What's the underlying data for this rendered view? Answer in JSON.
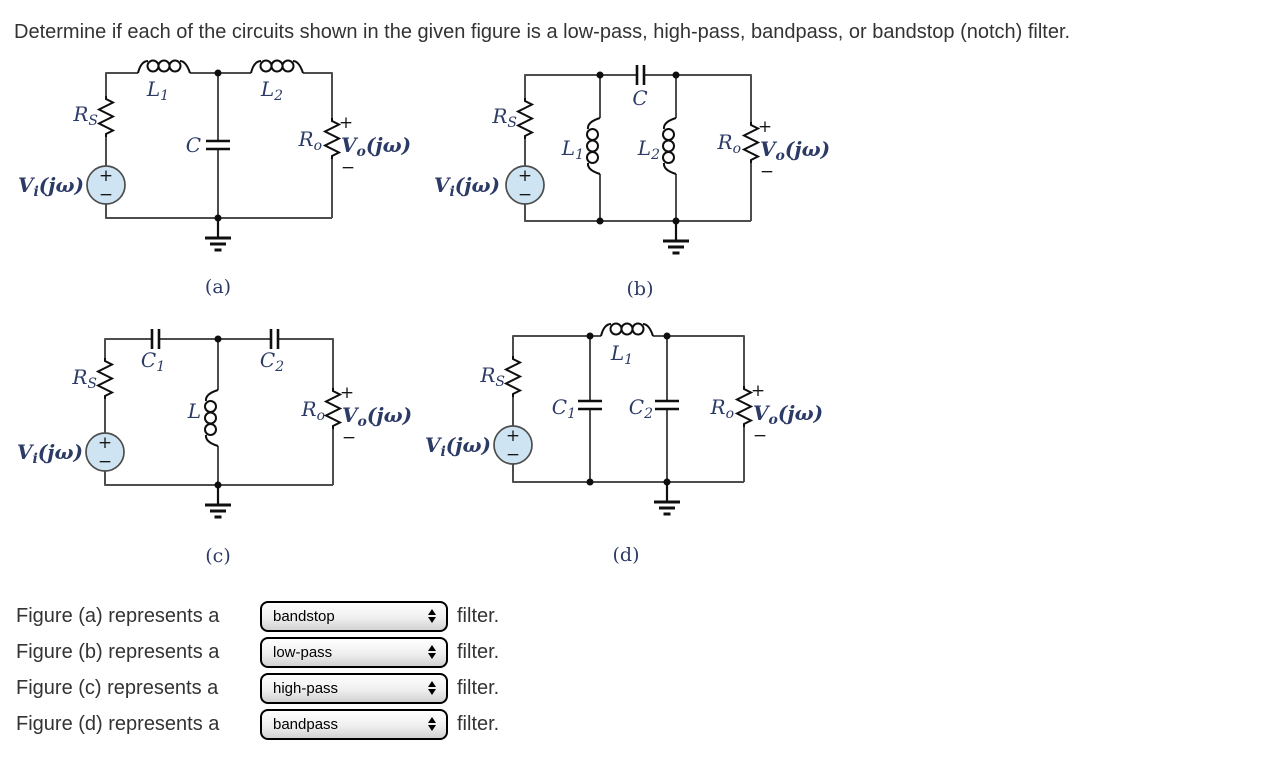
{
  "title": "Determine if each of the circuits shown in the given figure is a low-pass, high-pass, bandpass, or bandstop (notch) filter.",
  "symbols": {
    "plus": "+",
    "minus": "−"
  },
  "colors": {
    "label": "#2c3a66",
    "wire": "#4d4d4d",
    "component": "#0f0f0f",
    "source_fill": "#cfe4f2",
    "text": "#333333"
  },
  "circuits": {
    "a": {
      "caption": "(a)",
      "vi": {
        "base": "V",
        "sub": "i",
        "rest": "(jω)"
      },
      "rs": {
        "base": "R",
        "sub": "S"
      },
      "l1": {
        "base": "L",
        "sub": "1"
      },
      "l2": {
        "base": "L",
        "sub": "2"
      },
      "c": {
        "base": "C",
        "sub": ""
      },
      "ro": {
        "base": "R",
        "sub": "o"
      },
      "vo": {
        "base": "V",
        "sub": "o",
        "rest": "(jω)"
      }
    },
    "b": {
      "caption": "(b)",
      "vi": {
        "base": "V",
        "sub": "i",
        "rest": "(jω)"
      },
      "rs": {
        "base": "R",
        "sub": "S"
      },
      "c": {
        "base": "C",
        "sub": ""
      },
      "l1": {
        "base": "L",
        "sub": "1"
      },
      "l2": {
        "base": "L",
        "sub": "2"
      },
      "ro": {
        "base": "R",
        "sub": "o"
      },
      "vo": {
        "base": "V",
        "sub": "o",
        "rest": "(jω)"
      }
    },
    "c": {
      "caption": "(c)",
      "vi": {
        "base": "V",
        "sub": "i",
        "rest": "(jω)"
      },
      "rs": {
        "base": "R",
        "sub": "S"
      },
      "c1": {
        "base": "C",
        "sub": "1"
      },
      "c2": {
        "base": "C",
        "sub": "2"
      },
      "l": {
        "base": "L",
        "sub": ""
      },
      "ro": {
        "base": "R",
        "sub": "o"
      },
      "vo": {
        "base": "V",
        "sub": "o",
        "rest": "(jω)"
      }
    },
    "d": {
      "caption": "(d)",
      "vi": {
        "base": "V",
        "sub": "i",
        "rest": "(jω)"
      },
      "rs": {
        "base": "R",
        "sub": "S"
      },
      "l1": {
        "base": "L",
        "sub": "1"
      },
      "c1": {
        "base": "C",
        "sub": "1"
      },
      "c2": {
        "base": "C",
        "sub": "2"
      },
      "ro": {
        "base": "R",
        "sub": "o"
      },
      "vo": {
        "base": "V",
        "sub": "o",
        "rest": "(jω)"
      }
    }
  },
  "questions": [
    {
      "prefix": "Figure (a) represents a",
      "selected": "bandstop",
      "suffix": "filter."
    },
    {
      "prefix": "Figure (b) represents a",
      "selected": "low-pass",
      "suffix": "filter."
    },
    {
      "prefix": "Figure (c) represents a",
      "selected": "high-pass",
      "suffix": "filter."
    },
    {
      "prefix": "Figure (d) represents a",
      "selected": "bandpass",
      "suffix": "filter."
    }
  ]
}
